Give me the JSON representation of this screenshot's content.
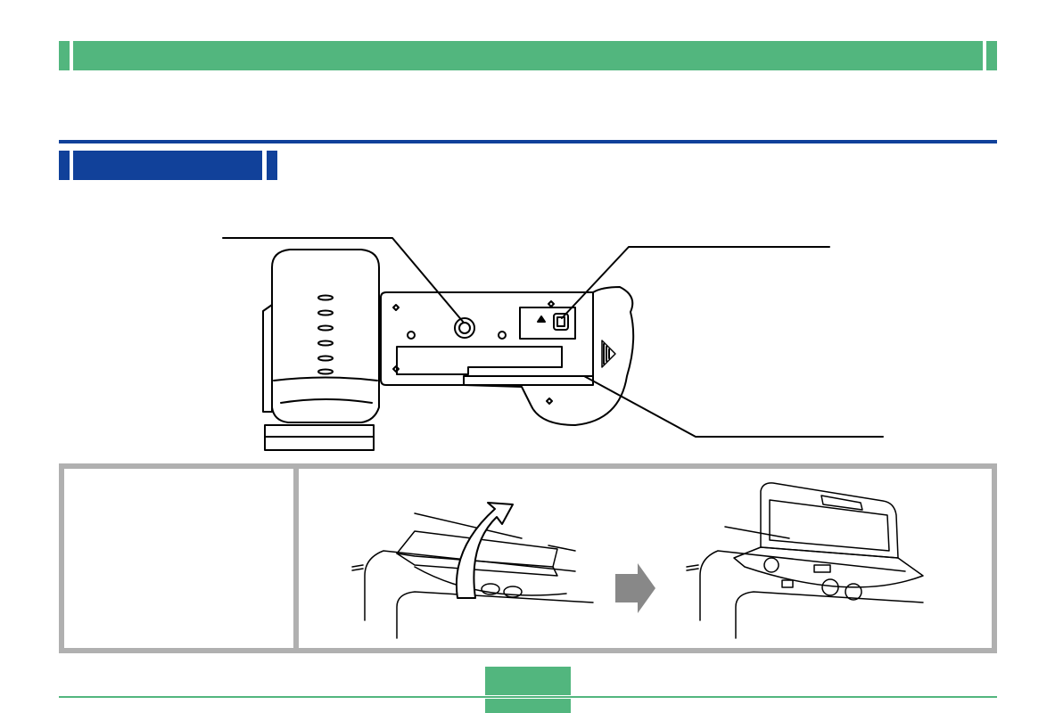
{
  "header": {
    "title": "",
    "section_title": ""
  },
  "illustration": {
    "name": "camera-bottom-view",
    "callouts": [
      "tripod-hole",
      "battery-cover-latch",
      "battery-cover"
    ]
  },
  "note_panel": {
    "text": "",
    "illustration": "opening-battery-cover"
  },
  "footer": {
    "page_number": ""
  },
  "colors": {
    "banner_green": "#52b67e",
    "section_blue": "#11419a",
    "panel_grey": "#b0b0b0",
    "arrow_grey": "#888888",
    "line_black": "#000000"
  }
}
